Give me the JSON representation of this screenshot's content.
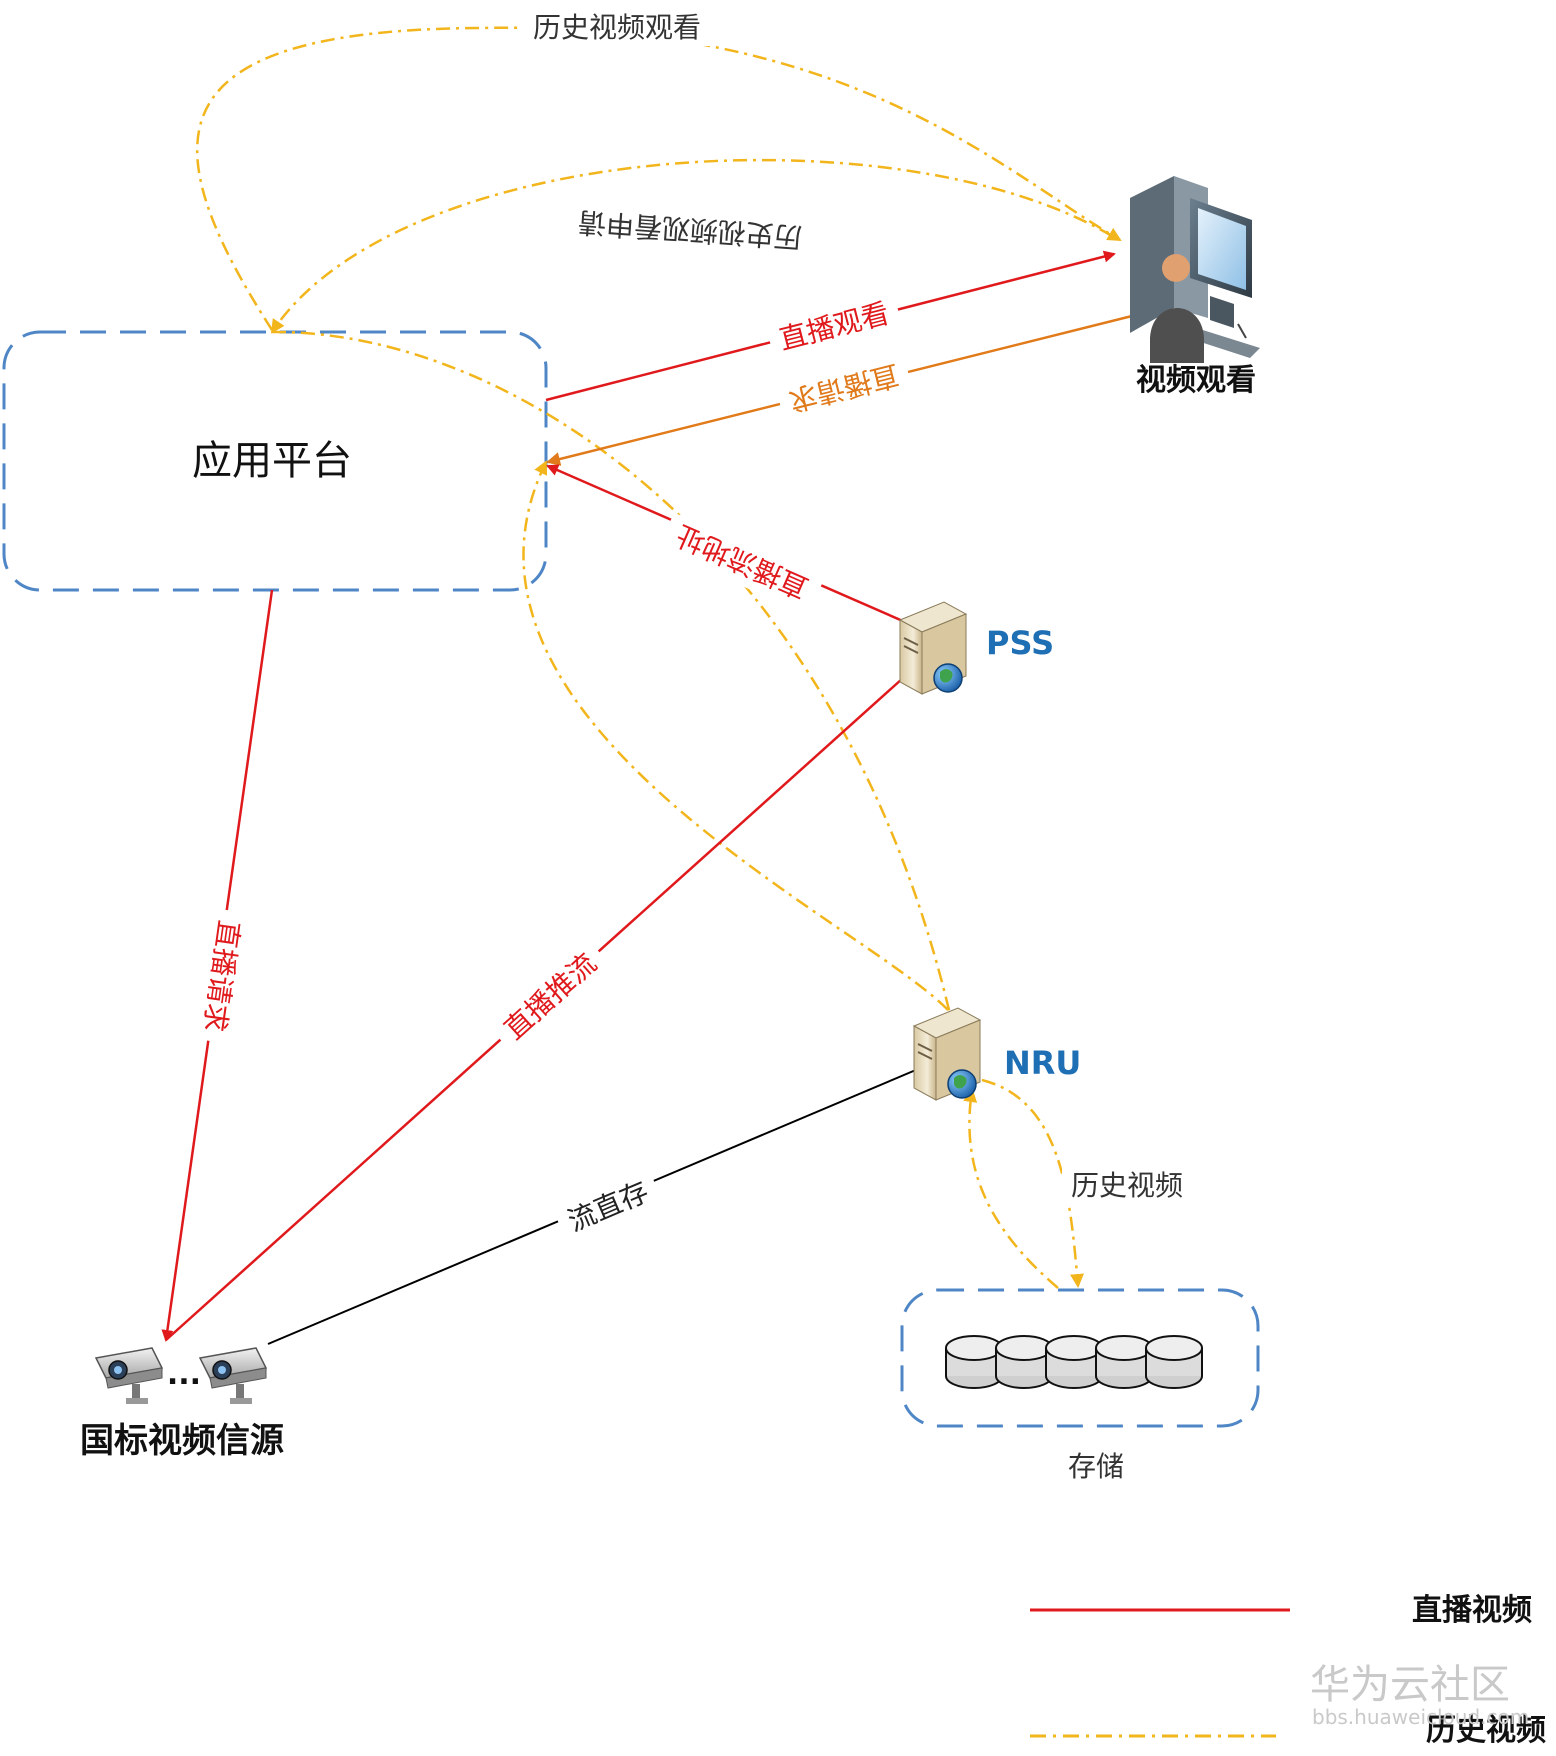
{
  "colors": {
    "live": "#e0191c",
    "history": "#f2b51c",
    "request_orange": "#e07a1a",
    "store": "#000000",
    "box": "#4f86c6",
    "node_label_blue": "#1f6fb5"
  },
  "nodes": {
    "app_platform": "应用平台",
    "viewer": "视频观看",
    "pss": "PSS",
    "nru": "NRU",
    "source": "国标视频信源",
    "source_ellipsis": "...",
    "storage": "存储"
  },
  "edges": {
    "history_watch": "历史视频观看",
    "history_apply": "历史视频观看申请",
    "live_watch": "直播观看",
    "live_request_viewer": "直播请求",
    "live_stream_addr": "直播流地址",
    "live_request_source": "直播请求",
    "live_push": "直播推流",
    "stream_store": "流直存",
    "history_video": "历史视频"
  },
  "legend": {
    "live": "直播视频",
    "history": "历史视频"
  },
  "watermark": {
    "brand": "华为云社区",
    "url": "bbs.huaweicloud.com"
  },
  "icons": {
    "viewer": "user-computer-icon",
    "server": "server-globe-icon",
    "camera": "cctv-camera-icon",
    "storage": "disk-array-icon"
  }
}
